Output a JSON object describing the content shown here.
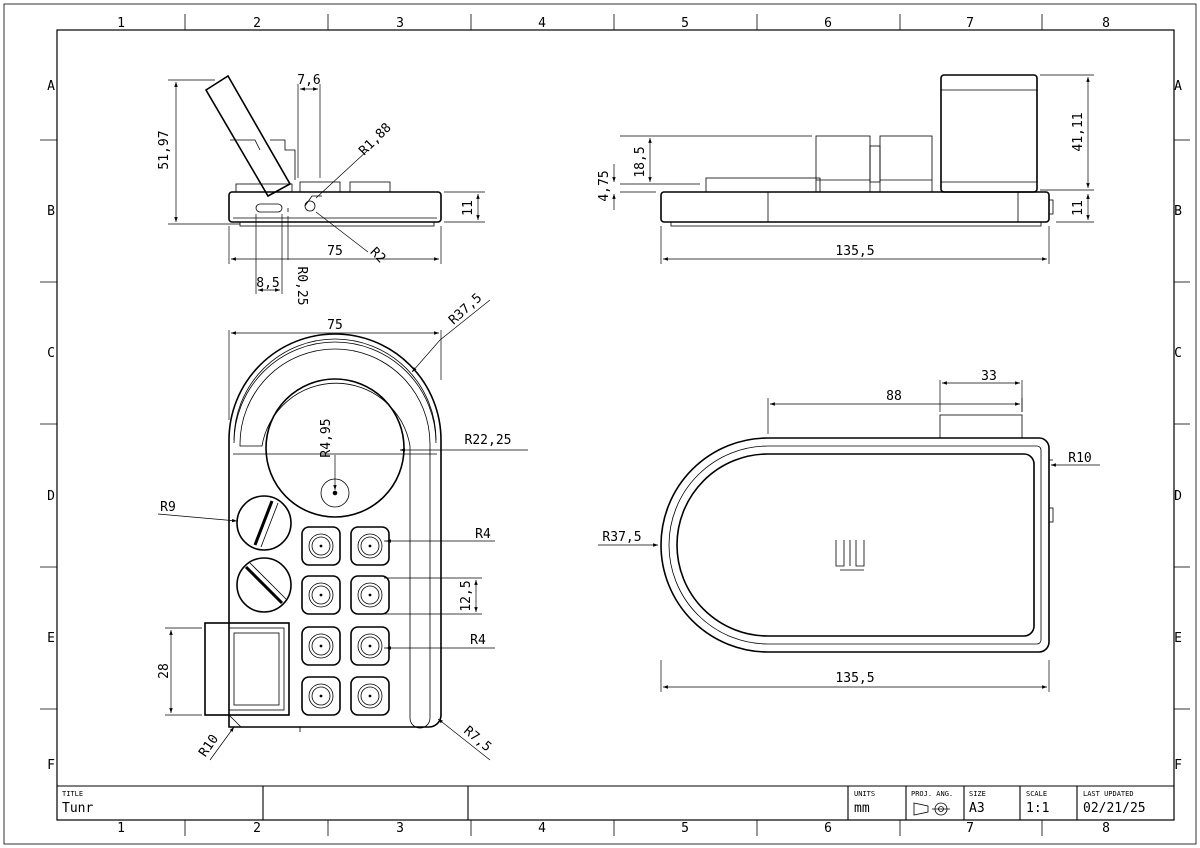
{
  "grid": {
    "columns": [
      "1",
      "2",
      "3",
      "4",
      "5",
      "6",
      "7",
      "8"
    ],
    "rows": [
      "A",
      "B",
      "C",
      "D",
      "E",
      "F"
    ]
  },
  "dimensions": {
    "side_height": "51,97",
    "side_top_gap": "7,6",
    "side_radius_a": "R1,88",
    "side_base_height": "11",
    "side_width": "75",
    "side_radius_b": "R2",
    "side_hole_width": "8,5",
    "side_radius_c": "R0,25",
    "front_h_small": "4,75",
    "front_h_mid": "18,5",
    "front_h_tall": "41,11",
    "front_base_height": "11",
    "front_width": "135,5",
    "top_width": "75",
    "top_outer_radius": "R37,5",
    "top_center_radius": "R4,95",
    "top_knob_radius": "R22,25",
    "top_screw_radius": "R9",
    "top_button_radius_a": "R4",
    "top_button_pitch": "12,5",
    "top_button_radius_b": "R4",
    "top_tab_height": "28",
    "top_corner_radius": "R10",
    "top_corner_radius_b": "R7,5",
    "plan_width_a": "33",
    "plan_width_b": "88",
    "plan_corner_radius": "R10",
    "plan_end_radius": "R37,5",
    "plan_length": "135,5"
  },
  "title_block": {
    "title_label": "TITLE",
    "title_value": "Tunr",
    "units_label": "UNITS",
    "units_value": "mm",
    "proj_label": "PROJ. ANG.",
    "size_label": "SIZE",
    "size_value": "A3",
    "scale_label": "SCALE",
    "scale_value": "1:1",
    "updated_label": "LAST UPDATED",
    "updated_value": "02/21/25"
  }
}
